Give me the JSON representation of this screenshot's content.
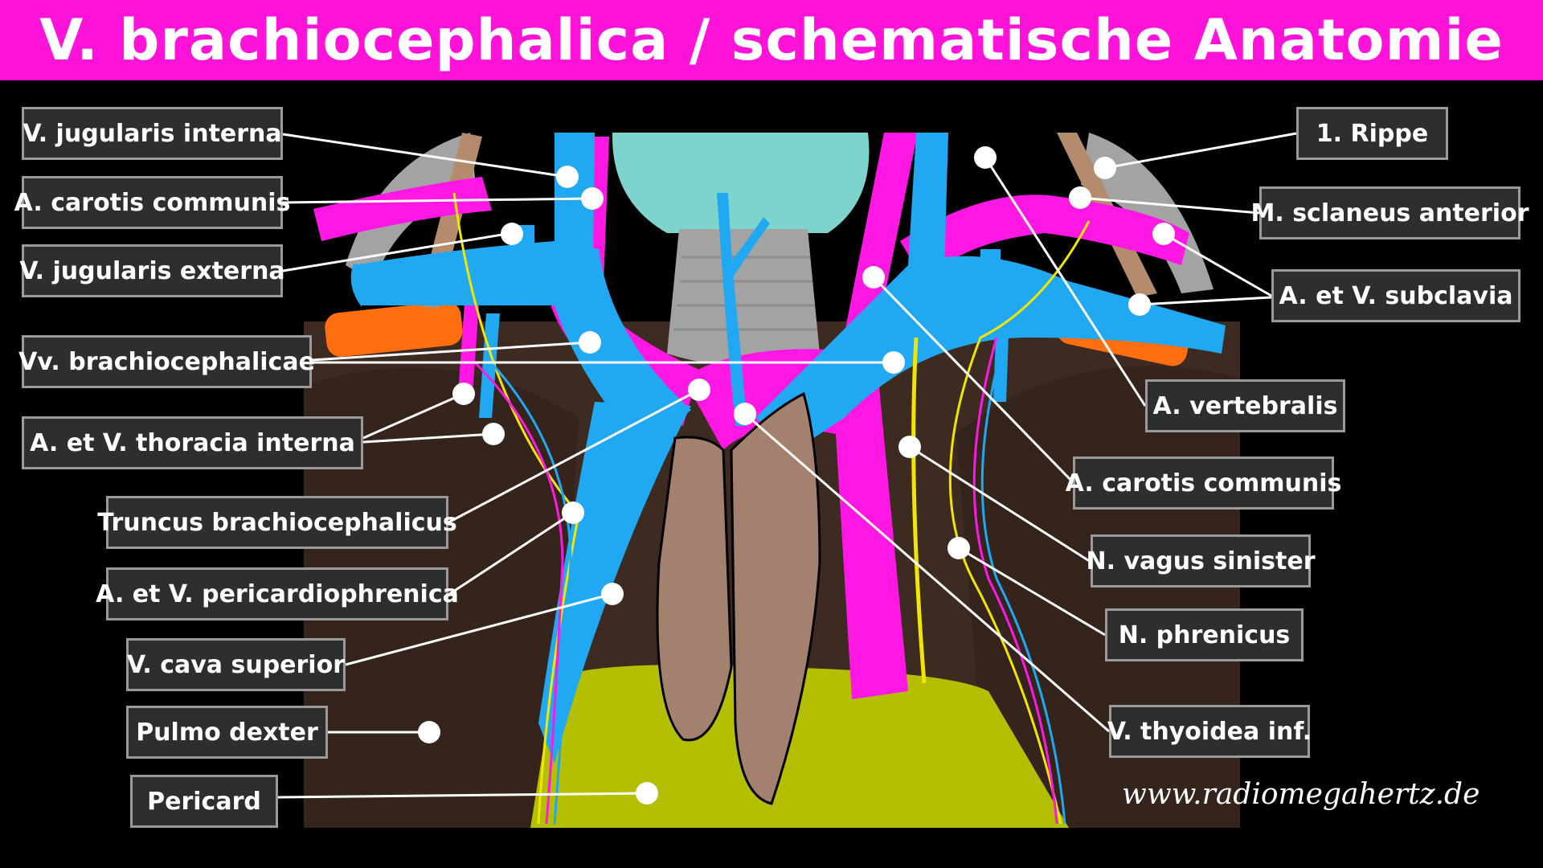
{
  "title": "V. brachiocephalica / schematische Anatomie",
  "watermark": "www.radiomegahertz.de",
  "colors": {
    "title_bar": "#ff13d9",
    "vein": "#21a8f2",
    "artery": "#ff18e4",
    "lung": "#3d2a20",
    "pericard": "#b3bf00",
    "thymus": "#a4806e",
    "muscle": "#b58b6d",
    "clavicle_region": "#ff6f10",
    "thyroid": "#7fd3cd",
    "trachea": "#a3a3a3"
  },
  "labels_left": [
    "V. jugularis interna",
    "A. carotis communis",
    "V. jugularis externa",
    "Vv.   brachiocephalicae",
    "A. et V. thoracia interna",
    "Truncus brachiocephalicus",
    "A. et V. pericardiophrenica",
    "V. cava superior",
    "Pulmo dexter",
    "Pericard"
  ],
  "labels_right": [
    "1. Rippe",
    "M. sclaneus anterior",
    "A. et V. subclavia",
    "A. vertebralis",
    "A. carotis communis",
    "N. vagus sinister",
    "N. phrenicus",
    "V. thyoidea inf."
  ]
}
